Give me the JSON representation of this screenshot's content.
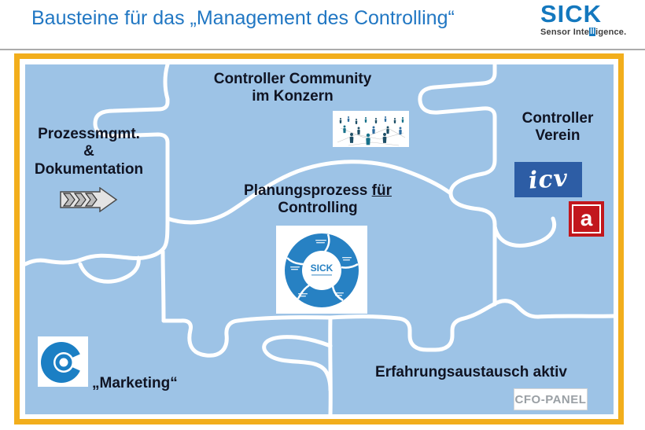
{
  "header": {
    "title": "Bausteine für das „Management des Controlling“",
    "logo": {
      "name": "SICK",
      "tagline_pre": "Sensor Inte",
      "tagline_block": "ll",
      "tagline_post": "igence."
    }
  },
  "colors": {
    "title_blue": "#2177C3",
    "sick_blue": "#1478BE",
    "frame_orange": "#F2AE1C",
    "board_blue": "#9DC3E6",
    "puzzle_line_white": "#FFFFFF",
    "label_dark": "#101423",
    "icv_blue": "#2D5DA5",
    "akademie_red": "#C2171D",
    "cycle_blue": "#2781C3",
    "badge_gray": "#9AA0A5"
  },
  "pieces": {
    "community": {
      "line1": "Controller Community",
      "line2": "im Konzern",
      "icon": "people-network-image"
    },
    "prozess": {
      "line1": "Prozessmgmt.",
      "line2": "&",
      "line3": "Dokumentation",
      "icon": "process-chevrons-icon"
    },
    "verein": {
      "line1": "Controller",
      "line2": "Verein",
      "icv_text": "icv",
      "akademie_letter": "a"
    },
    "planung": {
      "pre": "Planungsprozess ",
      "underlined": "für",
      "line2": "Controlling",
      "icon": "sick-cycle-image"
    },
    "marketing": {
      "label": "„Marketing“",
      "icon": "controlling-c-logo"
    },
    "erfahrung": {
      "label": "Erfahrungsaustausch aktiv",
      "badge": "CFO-PANEL"
    }
  },
  "center_image": {
    "brand": "SICK"
  }
}
